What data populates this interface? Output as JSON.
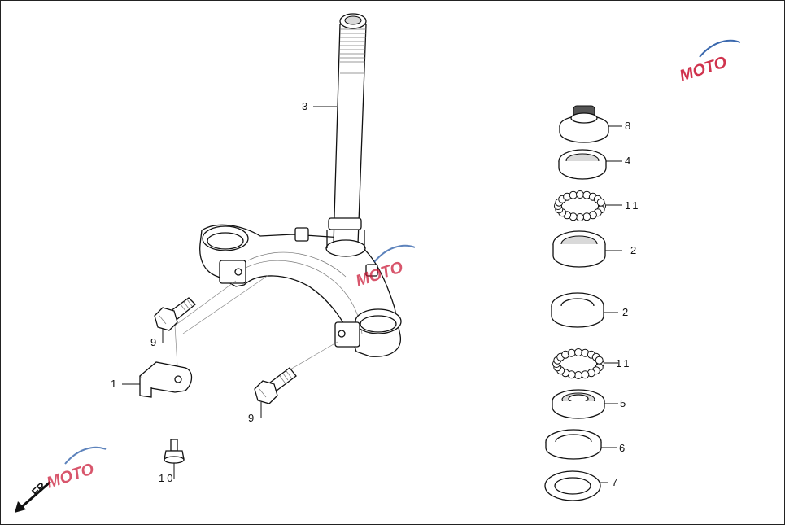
{
  "diagram": {
    "callouts": {
      "c1": "1",
      "c2a": "2",
      "c2b": "2",
      "c3": "3",
      "c4": "4",
      "c5": "5",
      "c6": "6",
      "c7": "7",
      "c8": "8",
      "c9a": "9",
      "c9b": "9",
      "c10": "10",
      "c11a": "11",
      "c11b": "11"
    },
    "direction_label": "FR",
    "watermark": "MOTO",
    "colors": {
      "line": "#111111",
      "shade": "#d9d9d9",
      "watermark_red": "#c8102e",
      "watermark_blue": "#1a4fa0"
    }
  }
}
